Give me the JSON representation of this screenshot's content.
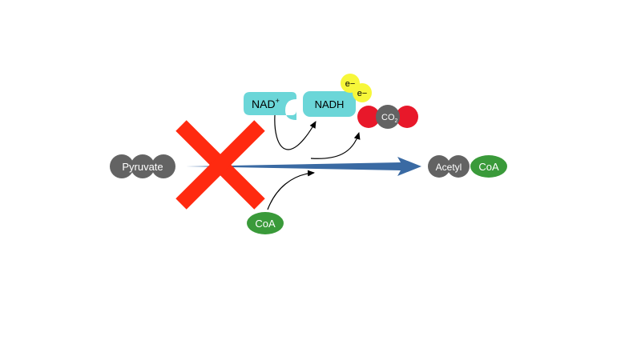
{
  "molecules": {
    "pyruvate": "Pyruvate",
    "nad_base": "NAD",
    "nad_sup": "+",
    "nadh": "NADH",
    "electron": "e−",
    "co2_base": "CO",
    "co2_sub": "2",
    "coa_input": "CoA",
    "acetyl": "Acetyl",
    "coa_product": "CoA"
  },
  "colors": {
    "gray_molecule": "#636363",
    "nad_teal": "#6bd6d8",
    "electron_yellow": "#f7f73a",
    "oxygen_red": "#e8182a",
    "coa_green": "#3a9a3a",
    "main_arrow_blue": "#3a6aa3",
    "block_x_red": "#ff2a10"
  },
  "icons": {
    "block": "red-x-icon",
    "reaction_arrow": "wedge-arrow-icon"
  }
}
